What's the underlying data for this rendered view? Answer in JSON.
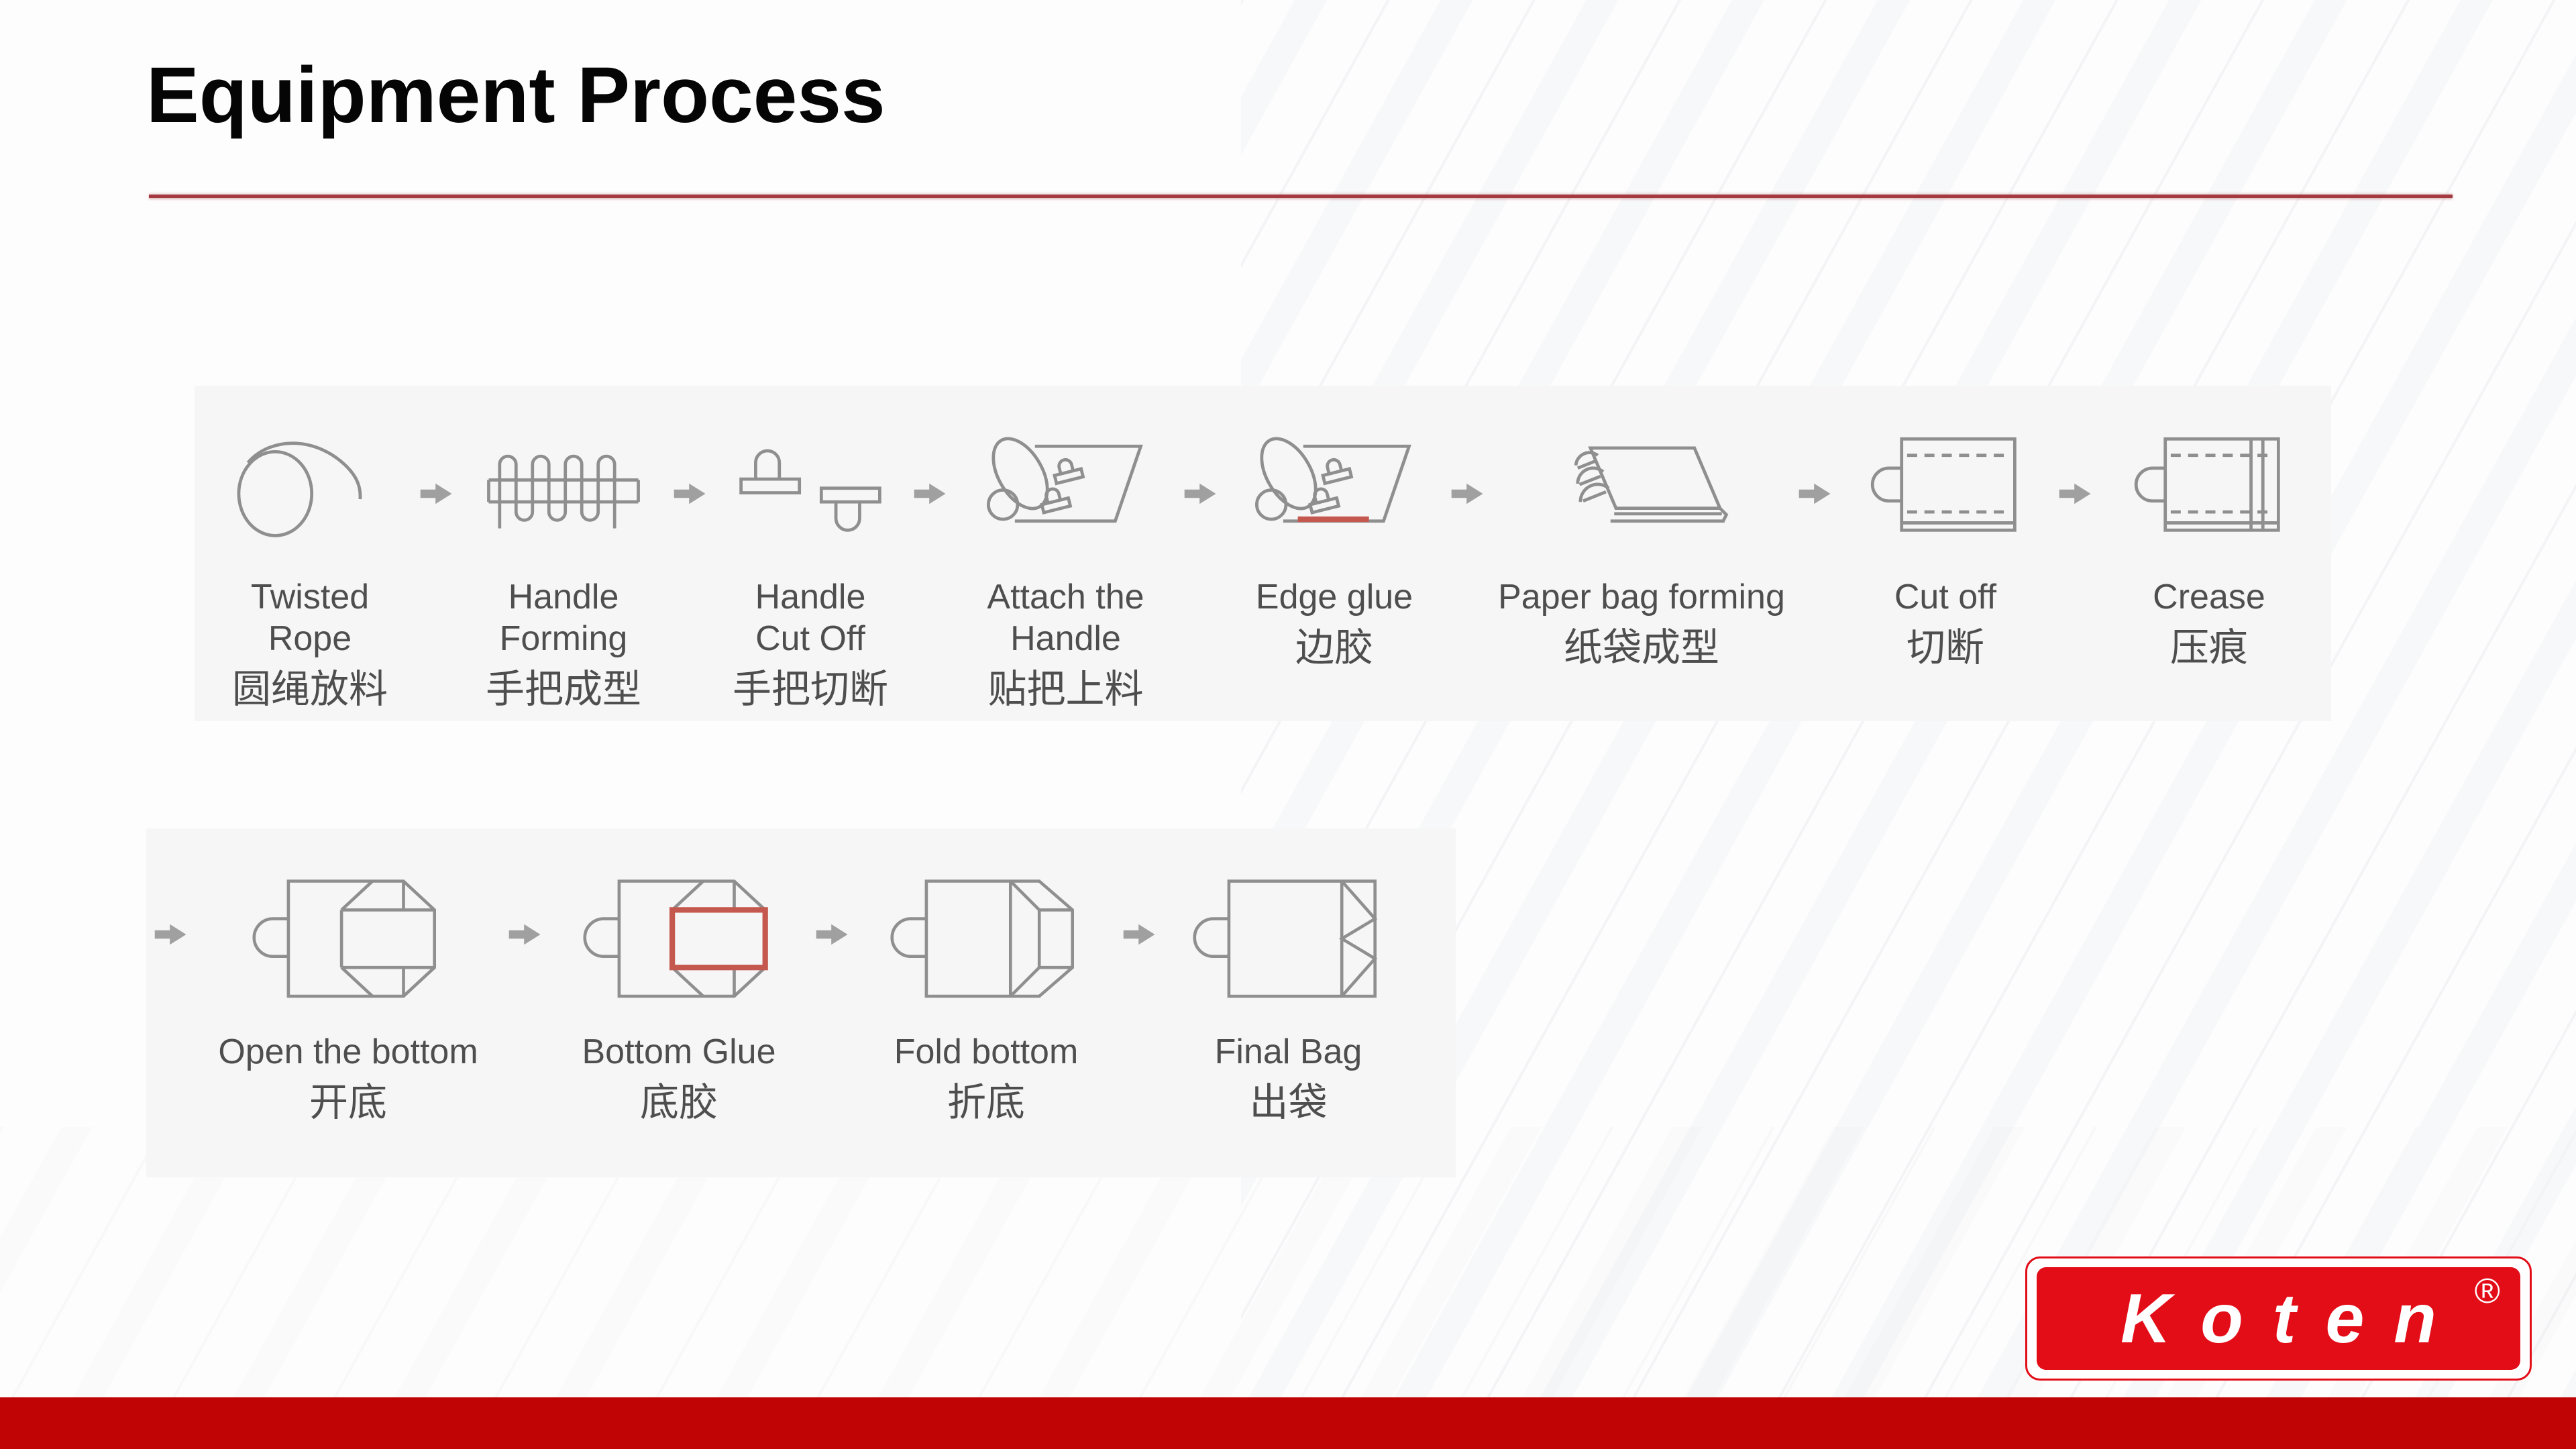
{
  "slide": {
    "title": "Equipment Process"
  },
  "colors": {
    "accent_red": "#a43a40",
    "footer_red": "#c00405",
    "logo_red": "#e30d18",
    "icon_gray": "#8f8f8f",
    "label_gray": "#4e4e4e",
    "arrow_gray": "#a0a0a0",
    "glue_red": "#c4584e",
    "row_bg": "#f6f6f7"
  },
  "process": {
    "rows": [
      {
        "leading_arrow": false,
        "steps": [
          {
            "icon": "twisted-rope",
            "en_lines": [
              "Twisted",
              "Rope"
            ],
            "zh": "圆绳放料"
          },
          {
            "icon": "handle-forming",
            "en_lines": [
              "Handle",
              "Forming"
            ],
            "zh": "手把成型"
          },
          {
            "icon": "handle-cut-off",
            "en_lines": [
              "Handle",
              "Cut Off"
            ],
            "zh": "手把切断"
          },
          {
            "icon": "attach-handle",
            "en_lines": [
              "Attach the",
              "Handle"
            ],
            "zh": "贴把上料"
          },
          {
            "icon": "edge-glue",
            "en_lines": [
              "Edge glue"
            ],
            "zh": "边胶"
          },
          {
            "icon": "paper-bag-forming",
            "en_lines": [
              "Paper bag forming"
            ],
            "zh": "纸袋成型"
          },
          {
            "icon": "cut-off",
            "en_lines": [
              "Cut off"
            ],
            "zh": "切断"
          },
          {
            "icon": "crease",
            "en_lines": [
              "Crease"
            ],
            "zh": "压痕"
          }
        ]
      },
      {
        "leading_arrow": true,
        "steps": [
          {
            "icon": "open-bottom",
            "en_lines": [
              "Open the bottom"
            ],
            "zh": "开底"
          },
          {
            "icon": "bottom-glue",
            "en_lines": [
              "Bottom Glue"
            ],
            "zh": "底胶"
          },
          {
            "icon": "fold-bottom",
            "en_lines": [
              "Fold bottom"
            ],
            "zh": "折底"
          },
          {
            "icon": "final-bag",
            "en_lines": [
              "Final Bag"
            ],
            "zh": "出袋"
          }
        ]
      }
    ]
  },
  "logo": {
    "text": "Koten",
    "registered": "®"
  }
}
